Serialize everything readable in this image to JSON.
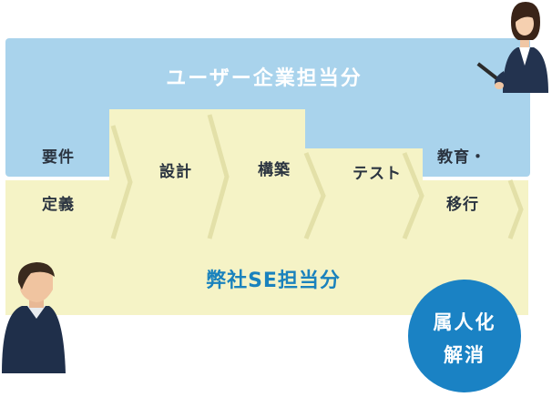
{
  "client_group": {
    "label": "ユーザー企業担当分"
  },
  "vendor_group": {
    "label": "弊社SE担当分"
  },
  "phases": [
    {
      "line1": "要件",
      "line2": "定義"
    },
    {
      "label": "設計"
    },
    {
      "label": "構築"
    },
    {
      "label": "テスト"
    },
    {
      "line1": "教育・",
      "line2": "移行"
    }
  ],
  "badge": {
    "line1": "属人化",
    "line2": "解消"
  },
  "colors": {
    "client_band": "#a9d3ec",
    "vendor_band": "#f5f3c6",
    "badge": "#1a82c4",
    "accent_text": "#1a82bd"
  }
}
